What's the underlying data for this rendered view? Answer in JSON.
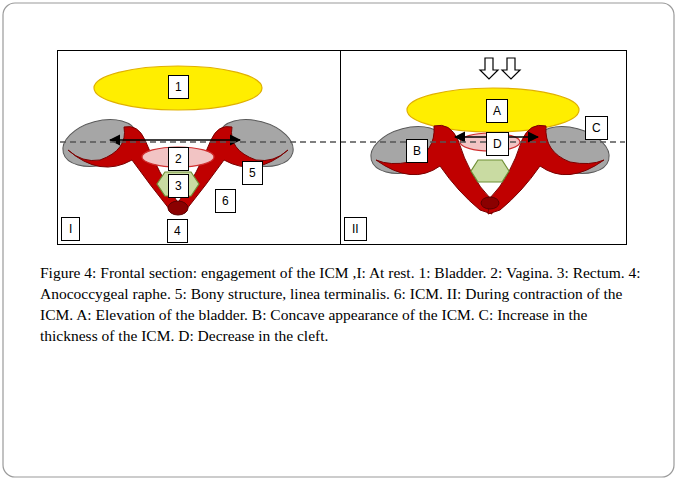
{
  "diagram": {
    "caption": "Figure 4: Frontal section: engagement of the ICM ,I: At rest. 1: Bladder. 2: Vagina. 3: Rectum. 4: Anococcygeal raphe. 5: Bony structure, linea terminalis. 6: ICM. II: During contraction of the ICM. A: Elevation of the bladder. B: Concave appearance of the ICM. C: Increase in the thickness of the ICM. D: Decrease in the cleft.",
    "nodes": [
      {
        "text": [
          "I"
        ]
      },
      {
        "text": [
          "1"
        ],
        "in": 0
      },
      {
        "text": [
          "2"
        ],
        "in": 0
      },
      {
        "text": [
          "3"
        ],
        "in": 0
      },
      {
        "text": [
          "4"
        ],
        "in": 0
      },
      {
        "text": [
          "5"
        ],
        "in": 0
      },
      {
        "text": [
          "6"
        ],
        "in": 0
      },
      {
        "text": [
          "II"
        ]
      },
      {
        "text": [
          "A"
        ],
        "in": 7
      },
      {
        "text": [
          "B"
        ],
        "in": 7
      },
      {
        "text": [
          "C"
        ],
        "in": 7
      },
      {
        "text": [
          "D"
        ],
        "in": 7
      }
    ]
  }
}
